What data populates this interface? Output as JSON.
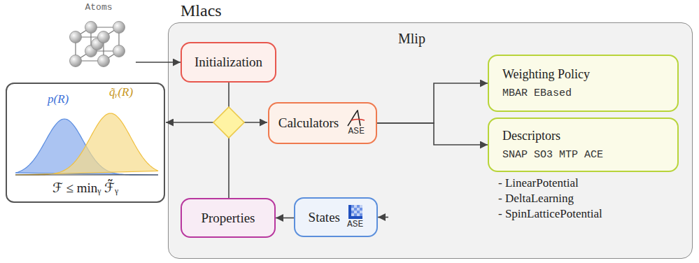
{
  "diagram": {
    "nodes": [
      {
        "text": [
          "Atoms"
        ]
      },
      {
        "text": [
          "p(R)",
          "q̃ᵧ(R)",
          "ℱ ≤ minᵧ ℱ̃ᵧ"
        ]
      },
      {
        "text": [
          "Mlacs"
        ]
      },
      {
        "text": [
          "Initialization"
        ],
        "in": 2
      },
      {
        "text": [
          "Calculators",
          "ASE"
        ],
        "in": 2
      },
      {
        "text": [
          "Mlip",
          "- LinearPotential",
          "- DeltaLearning",
          "- SpinLatticePotential"
        ],
        "in": 2
      },
      {
        "text": [
          "Weighting Policy",
          "MBAR EBased"
        ],
        "in": 5
      },
      {
        "text": [
          "Descriptors",
          "SNAP SO3 MTP ACE"
        ],
        "in": 5
      },
      {
        "text": [
          "States",
          "ASE"
        ],
        "in": 2
      },
      {
        "text": [
          "Properties"
        ],
        "in": 2
      }
    ],
    "edges": [
      {
        "from": 0,
        "to": 3,
        "arrow": "to"
      },
      {
        "from": 4,
        "to": 6,
        "arrow": "to"
      },
      {
        "from": 4,
        "to": 7,
        "arrow": "to"
      },
      {
        "from": 5,
        "to": 8,
        "arrow": "to"
      },
      {
        "from": 8,
        "to": 9,
        "arrow": "to"
      }
    ]
  }
}
